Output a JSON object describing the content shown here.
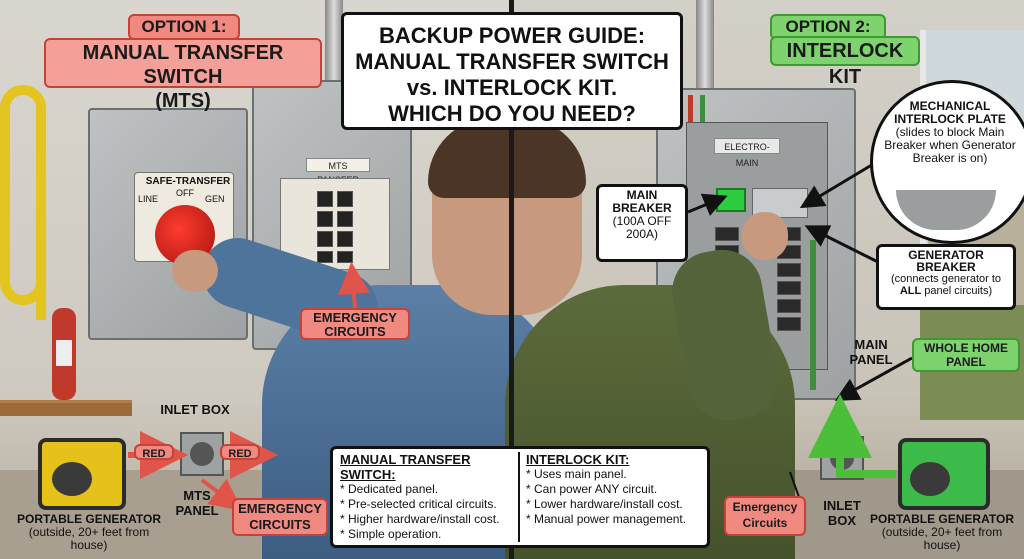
{
  "title": {
    "line1": "BACKUP POWER GUIDE:",
    "line2": "MANUAL TRANSFER SWITCH",
    "line3": "vs. INTERLOCK KIT.",
    "line4": "WHICH DO YOU NEED?"
  },
  "option1": {
    "tag": "OPTION 1:",
    "title_line1": "MANUAL TRANSFER SWITCH",
    "title_line2": "(MTS)"
  },
  "option2": {
    "tag": "OPTION 2:",
    "title": "INTERLOCK KIT"
  },
  "mts_switch": {
    "label": "SAFE-TRANSFER",
    "line": "LINE",
    "off": "OFF",
    "gen": "GEN"
  },
  "mts_panel_label": "MTS PANSFER",
  "panel_label": "ELECTRO-MAIN",
  "callouts": {
    "interlock_plate": {
      "title_line1": "MECHANICAL",
      "title_line2": "INTERLOCK PLATE",
      "desc": "(slides to block Main Breaker when Generator Breaker is on)"
    },
    "main_breaker": {
      "title_line1": "MAIN",
      "title_line2": "BREAKER",
      "desc": "(100A OFF 200A)"
    },
    "generator_breaker": {
      "title_line1": "GENERATOR",
      "title_line2": "BREAKER",
      "desc_pre": "(connects generator to ",
      "desc_bold": "ALL",
      "desc_post": " panel circuits)"
    },
    "emergency_circuits_panel": "EMERGENCY CIRCUITS",
    "whole_home_panel": "WHOLE HOME PANEL",
    "main_panel": "MAIN PANEL",
    "inlet_box_left": "INLET BOX",
    "mts_panel": "MTS PANEL",
    "red_1": "RED",
    "red_2": "RED",
    "emergency_circuits_left": "EMERGENCY CIRCUITS",
    "emergency_circuits_right": "Emergency Circuits",
    "inlet_box_right": "INLET BOX",
    "portable_generator_left_title": "PORTABLE GENERATOR",
    "portable_generator_left_sub": "(outside, 20+ feet from house)",
    "portable_generator_right_title": "PORTABLE GENERATOR",
    "portable_generator_right_sub": "(outside, 20+ feet from house)"
  },
  "comparison": {
    "mts": {
      "heading": "MANUAL TRANSFER SWITCH:",
      "items": [
        "* Dedicated panel.",
        "* Pre-selected critical circuits.",
        "* Higher hardware/install cost.",
        "* Simple operation."
      ]
    },
    "interlock": {
      "heading": "INTERLOCK KIT:",
      "items": [
        "* Uses main panel.",
        "* Can power ANY circuit.",
        "* Lower hardware/install cost.",
        "* Manual power management."
      ]
    }
  },
  "colors": {
    "option1_accent": "#f08a80",
    "option2_accent": "#7ed36f",
    "generator_left": "#e5c21a",
    "generator_right": "#3dbb4a"
  },
  "icons": [
    "fire-extinguisher-icon",
    "extension-cord-icon",
    "generator-icon",
    "inlet-box-icon",
    "breaker-panel-icon"
  ]
}
